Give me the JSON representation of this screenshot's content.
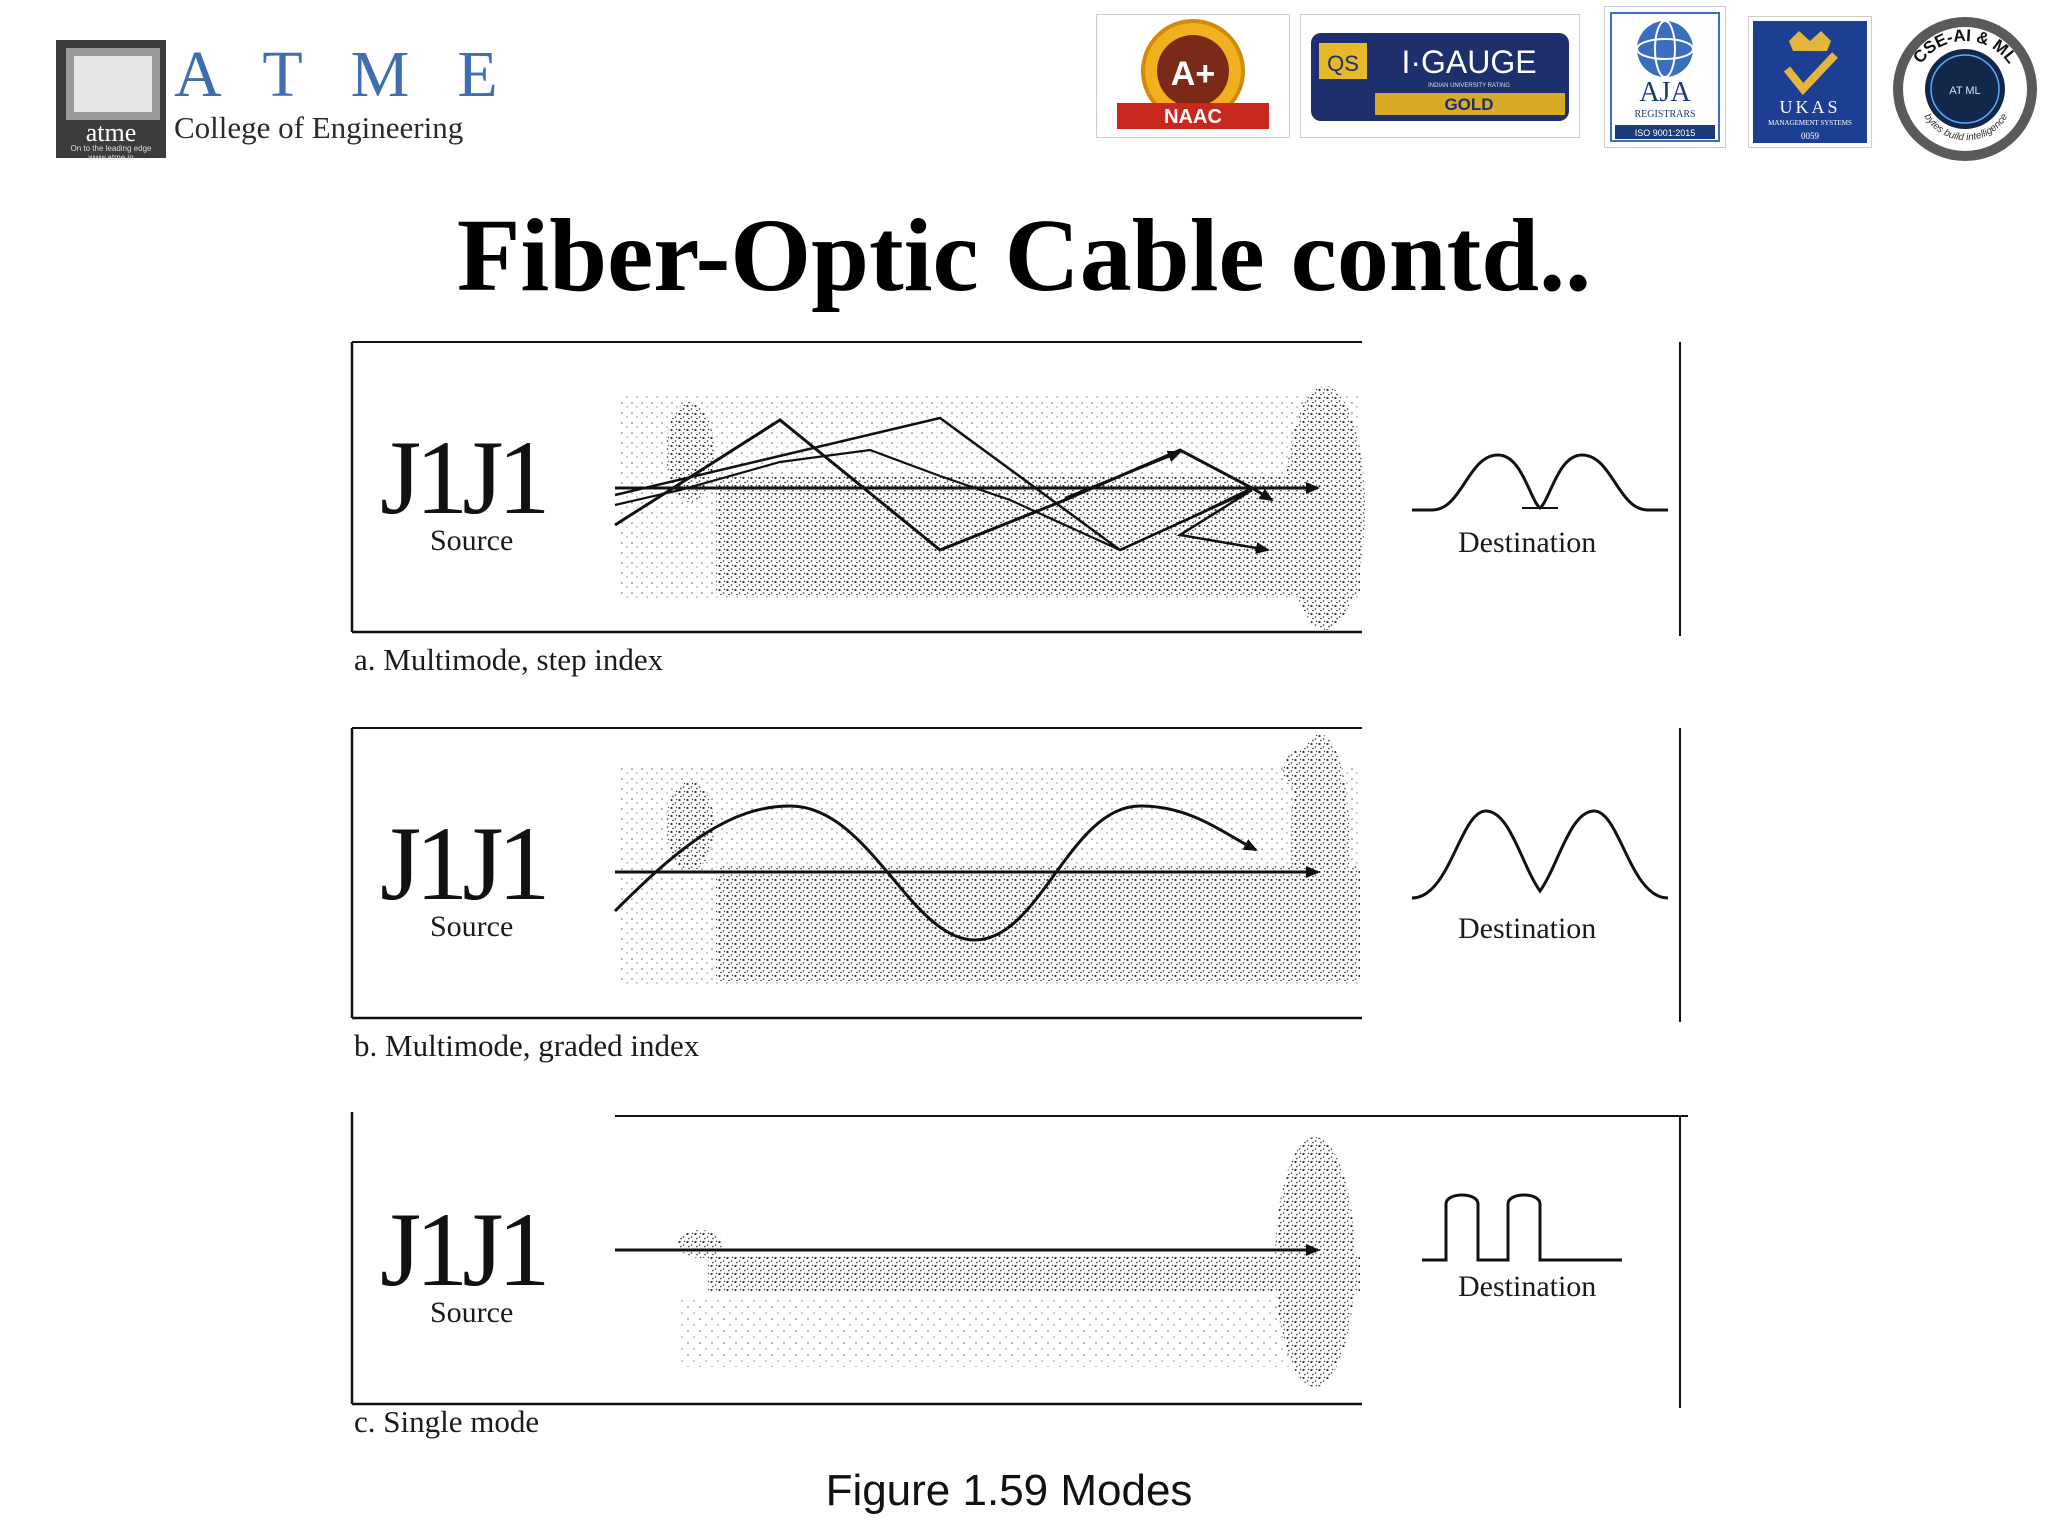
{
  "header": {
    "logo": {
      "name": "ATME",
      "mark_text": "atme",
      "tagline": "On to the leading edge www.atme.in",
      "subtitle": "College of Engineering"
    },
    "badges": {
      "naac": {
        "grade": "A+",
        "label": "NAAC"
      },
      "qs": {
        "brand": "QS",
        "name": "I·GAUGE",
        "tag": "INDIAN UNIVERSITY RATING",
        "level": "GOLD"
      },
      "aja": {
        "name": "AJA",
        "sub": "REGISTRARS",
        "cert": "ISO 9001:2015"
      },
      "ukas": {
        "name": "UKAS",
        "sub": "MANAGEMENT SYSTEMS",
        "code": "0059"
      },
      "cse": {
        "name": "CSE-AI & ML",
        "center": "AT ML",
        "motto": "bytes build intelligence"
      }
    }
  },
  "title": "Fiber-Optic Cable contd..",
  "panels": [
    {
      "source_glyph": "J1J1",
      "source_label": "Source",
      "destination_label": "Destination",
      "caption": "a. Multimode, step index"
    },
    {
      "source_glyph": "J1J1",
      "source_label": "Source",
      "destination_label": "Destination",
      "caption": "b. Multimode, graded index"
    },
    {
      "source_glyph": "J1J1",
      "source_label": "Source",
      "destination_label": "Destination",
      "caption": "c. Single mode"
    }
  ],
  "figure_caption": "Figure 1.59 Modes",
  "colors": {
    "accent_blue": "#3f6db0",
    "naac_gold": "#f2b01e",
    "naac_red": "#c9281e",
    "qs_navy": "#1e2f6e",
    "ukas_blue": "#1c3f94"
  }
}
